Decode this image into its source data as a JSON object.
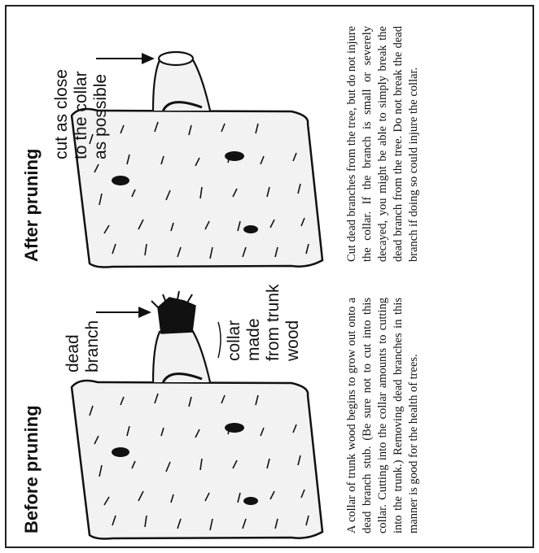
{
  "before": {
    "title": "Before pruning",
    "label_dead_branch": "dead branch",
    "label_collar_line1": "collar made",
    "label_collar_line2": "from trunk",
    "label_collar_line3": "wood",
    "caption": "A collar of trunk wood begins to grow out onto a dead branch stub. (Be sure not to cut into this collar. Cutting into the collar amounts to cutting into the trunk.) Removing dead branches in this manner is good for the health of trees."
  },
  "after": {
    "title": "After pruning",
    "label_cut_line1": "cut as close",
    "label_cut_line2": "to the collar",
    "label_cut_line3": "as possible",
    "caption": "Cut dead branches from the tree, but do not injure the collar. If the branch is small or severely decayed, you might be able to simply break the dead branch from the tree. Do not break the dead branch if doing so could injure the collar."
  },
  "colors": {
    "ink": "#111111",
    "bark": "#f2f2f2"
  }
}
